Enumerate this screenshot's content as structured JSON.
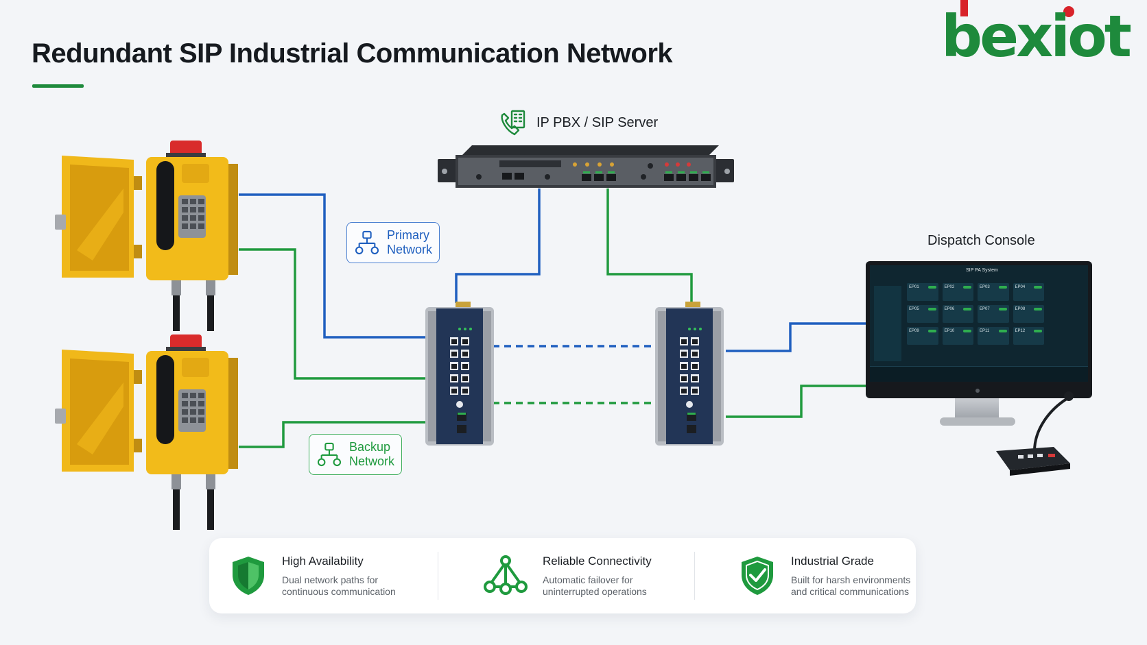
{
  "title": "Redundant SIP Industrial Communication Network",
  "brand": {
    "logo_text": "bexiot",
    "accent": "#1e8a3c",
    "logo_red": "#d8232a"
  },
  "server_label": "IP PBX / SIP Server",
  "console_label": "Dispatch Console",
  "console_screen": {
    "app_title": "SIP PA System",
    "tiles": [
      "EP01",
      "EP02",
      "EP03",
      "EP04",
      "EP05",
      "EP06",
      "EP07",
      "EP08",
      "EP09",
      "EP10",
      "EP11",
      "EP12"
    ]
  },
  "networks": {
    "primary": {
      "line1": "Primary",
      "line2": "Network",
      "color": "#1f5fbf"
    },
    "backup": {
      "line1": "Backup",
      "line2": "Network",
      "color": "#1f9a3e"
    }
  },
  "features": [
    {
      "title": "High Availability",
      "desc1": "Dual network paths for",
      "desc2": "continuous communication",
      "icon": "shield-icon"
    },
    {
      "title": "Reliable Connectivity",
      "desc1": "Automatic failover for",
      "desc2": "uninterrupted operations",
      "icon": "network-nodes-icon"
    },
    {
      "title": "Industrial Grade",
      "desc1": "Built for harsh environments",
      "desc2": "and critical communications",
      "icon": "shield-check-icon"
    }
  ]
}
